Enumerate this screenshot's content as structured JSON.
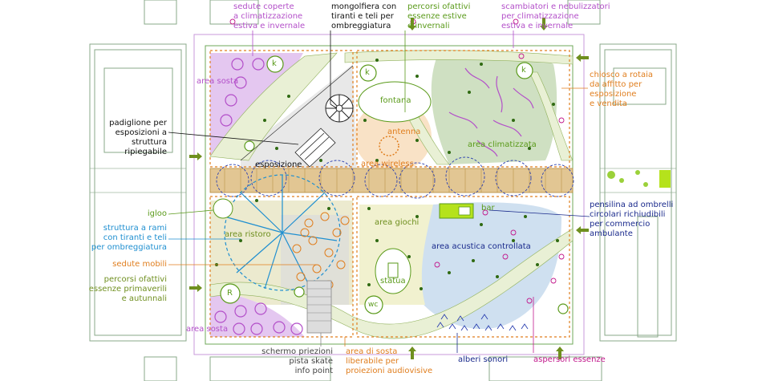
{
  "labels": {
    "sedute_coperte": "sedute coperte\na climatizzazione\nestiva e invernale",
    "mongolfiera": "mongolfiera con\ntiranti e teli per\nombreggiatura",
    "percorsi_estivi": "percorsi ofattivi\nessenze estive\ne invernali",
    "scambiatori": "scambiatori e nebulizzatori\nper climatizzazione\nestiva e invernale",
    "chiosco": "chiosco a rotaia\nda affitto per\nesposizione\ne vendita",
    "padiglione": "padiglione per\nesposizioni a\nstruttura\nripiegabile",
    "igloo": "igloo",
    "struttura_rami": "struttura a rami\ncon tiranti e teli\nper ombreggiatura",
    "sedute_mobili": "sedute mobili",
    "percorsi_primaverili": "percorsi ofattivi\nessenze primaverili\ne autunnali",
    "pensilina": "pensilina ad ombrelli\ncircolari richiudibili\nper commercio\nambulante",
    "schermo": "schermo priezioni\npista skate\ninfo point",
    "area_di_sosta": "area di sosta\nliberabile per\nproiezioni audiovisive",
    "alberi_sonori": "alberi sonori",
    "aspersori": "aspersori essenze"
  },
  "zones": {
    "area_sosta_top": "area sosta",
    "area_sosta_bottom": "area sosta",
    "fontana": "fontana",
    "antenna": "antenna",
    "area_climatizzata": "area climatizzata",
    "esposizione": "esposizione",
    "area_wireless": "area wireless",
    "area_ristoro": "area ristoro",
    "area_giochi": "area giochi",
    "area_acustica": "area acustica controllata",
    "statua": "statua",
    "bar": "bar"
  },
  "markers": {
    "k": "k",
    "r": "R",
    "wc": "wc"
  },
  "colors": {
    "purple": "#b34fc9",
    "green": "#5a9a1a",
    "orange": "#e07e1e",
    "blue": "#1f8fd0",
    "navy": "#1a2a8c",
    "magenta": "#c2188c"
  }
}
